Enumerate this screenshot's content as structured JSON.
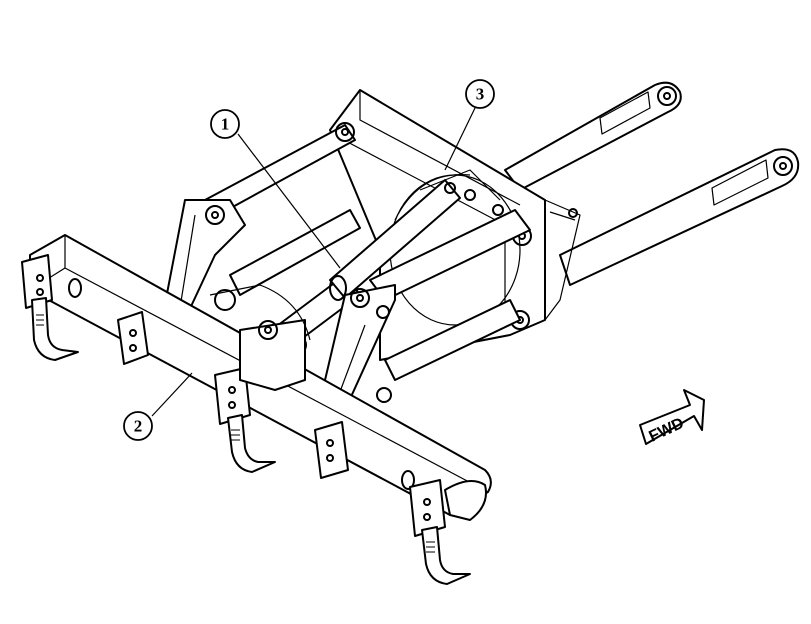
{
  "callouts": [
    {
      "label": "1"
    },
    {
      "label": "2"
    },
    {
      "label": "3"
    }
  ],
  "direction_arrow": {
    "label": "FWD"
  },
  "colors": {
    "line": "#000000",
    "background": "#ffffff"
  }
}
